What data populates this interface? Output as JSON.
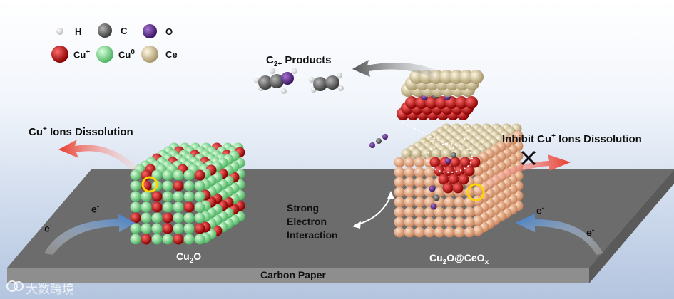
{
  "legend": {
    "h": "H",
    "c": "C",
    "o": "O",
    "cu_plus": "Cu",
    "cu_plus_sup": "+",
    "cu_zero": "Cu",
    "cu_zero_sup": "0",
    "ce": "Ce"
  },
  "labels": {
    "c2_prefix": "C",
    "c2_sub": "2+",
    "c2_suffix": " Products",
    "dissolution_prefix": "Cu",
    "dissolution_sup": "+",
    "dissolution_suffix": " Ions Dissolution",
    "inhibit_prefix": "Inhibit Cu",
    "inhibit_sup": "+",
    "inhibit_suffix": " Ions Dissolution",
    "strong": "Strong",
    "electron": "Electron",
    "interaction": "Interaction",
    "cu2o_prefix": "Cu",
    "cu2o_sub": "2",
    "cu2o_suffix": "O",
    "cu2oceo_a": "Cu",
    "cu2oceo_b": "2",
    "cu2oceo_c": "O@CeO",
    "cu2oceo_d": "x",
    "carbon_paper": "Carbon Paper",
    "e_minus_base": "e",
    "e_minus_sup": "-",
    "watermark": "大数跨境"
  },
  "colors": {
    "h": "#f4f4f4",
    "c": "#707070",
    "o": "#6a2c9c",
    "cu_plus": "#e01212",
    "cu_zero": "#8fe09a",
    "ce": "#e4d6ad",
    "plate_top": "#6e6e6e",
    "plate_side": "#8b8b8b",
    "arrow_red": "#ea4a3c",
    "arrow_blue": "#4e86c8"
  }
}
